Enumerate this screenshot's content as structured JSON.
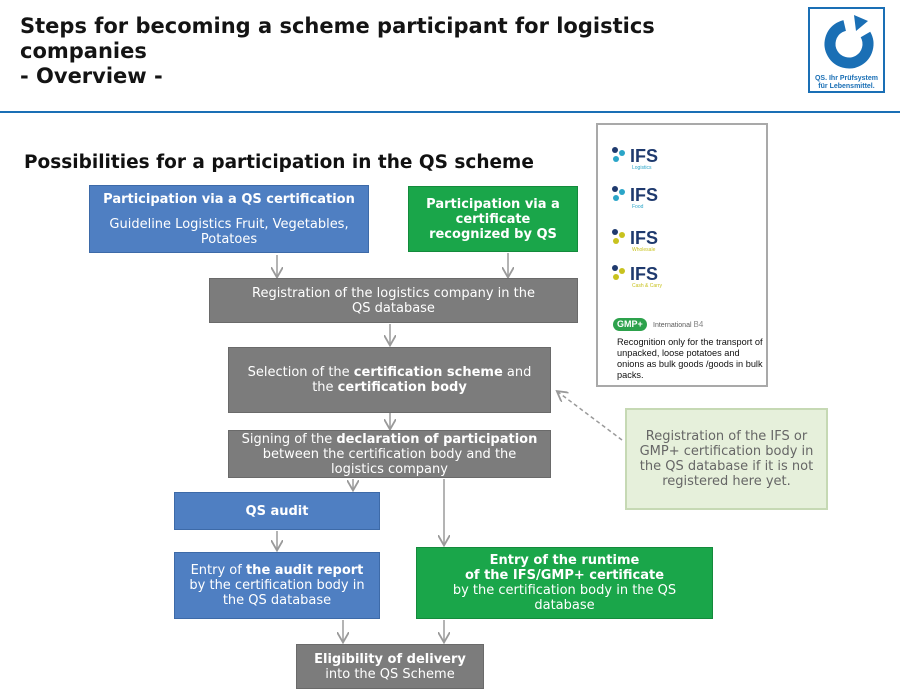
{
  "header": {
    "title_lines": [
      "Steps for becoming a scheme participant for logistics",
      "companies",
      "- Overview -"
    ],
    "logo": {
      "icon": "qs-logo-icon",
      "text_line1": "QS. Ihr Prüfsystem",
      "text_line2": "für Lebensmittel."
    },
    "accent_color": "#1a6fb5"
  },
  "subtitle": "Possibilities for a participation in the QS scheme",
  "nodes": {
    "qs_cert": {
      "title": "Participation via a QS certification",
      "body": "Guideline Logistics Fruit, Vegetables, Potatoes"
    },
    "recognized_cert": {
      "line1": "Participation via a",
      "line2": "certificate",
      "line3": "recognized by QS"
    },
    "registration": {
      "line1": "Registration of the logistics company in the",
      "line2": "QS database"
    },
    "selection": {
      "pre": "Selection of the ",
      "bold1": "certification scheme",
      "mid": " and",
      "pre2": "the ",
      "bold2": "certification body"
    },
    "signing": {
      "pre": "Signing of the ",
      "bold": "declaration of participation",
      "line2": "between the certification body and the",
      "line3": "logistics company"
    },
    "qs_audit": {
      "label": "QS audit"
    },
    "audit_report": {
      "pre": "Entry of ",
      "bold": "the audit report",
      "line2": "by the certification body in",
      "line3": "the QS database"
    },
    "runtime": {
      "line1": "Entry of the runtime",
      "line2": "of the IFS/GMP+ certificate",
      "line3": "by the certification body in the QS",
      "line4": "database"
    },
    "eligibility": {
      "bold": "Eligibility of delivery",
      "line2": "into the QS Scheme"
    },
    "ifs_registration": {
      "line1": "Registration of the IFS or",
      "line2": "GMP+ certification body in",
      "line3": "the QS database if it is not",
      "line4": "registered here yet."
    }
  },
  "recognized_standards": {
    "ifs": [
      {
        "name": "IFS",
        "variant": "Logistics",
        "color": "#2aa5c8"
      },
      {
        "name": "IFS",
        "variant": "Food",
        "color": "#2aa5c8"
      },
      {
        "name": "IFS",
        "variant": "Wholesale",
        "color": "#c8c21e"
      },
      {
        "name": "IFS",
        "variant": "Cash & Carry",
        "color": "#c8c21e"
      }
    ],
    "gmp": {
      "badge": "GMP+",
      "suffix": "International",
      "code": "B4"
    },
    "note": "Recognition only for the transport of unpacked, loose potatoes and onions as bulk goods /goods in bulk packs."
  },
  "colors": {
    "blue": "#4f7fc2",
    "green": "#1aa64a",
    "gray": "#7c7c7c",
    "light_green": "#e6f0db"
  }
}
